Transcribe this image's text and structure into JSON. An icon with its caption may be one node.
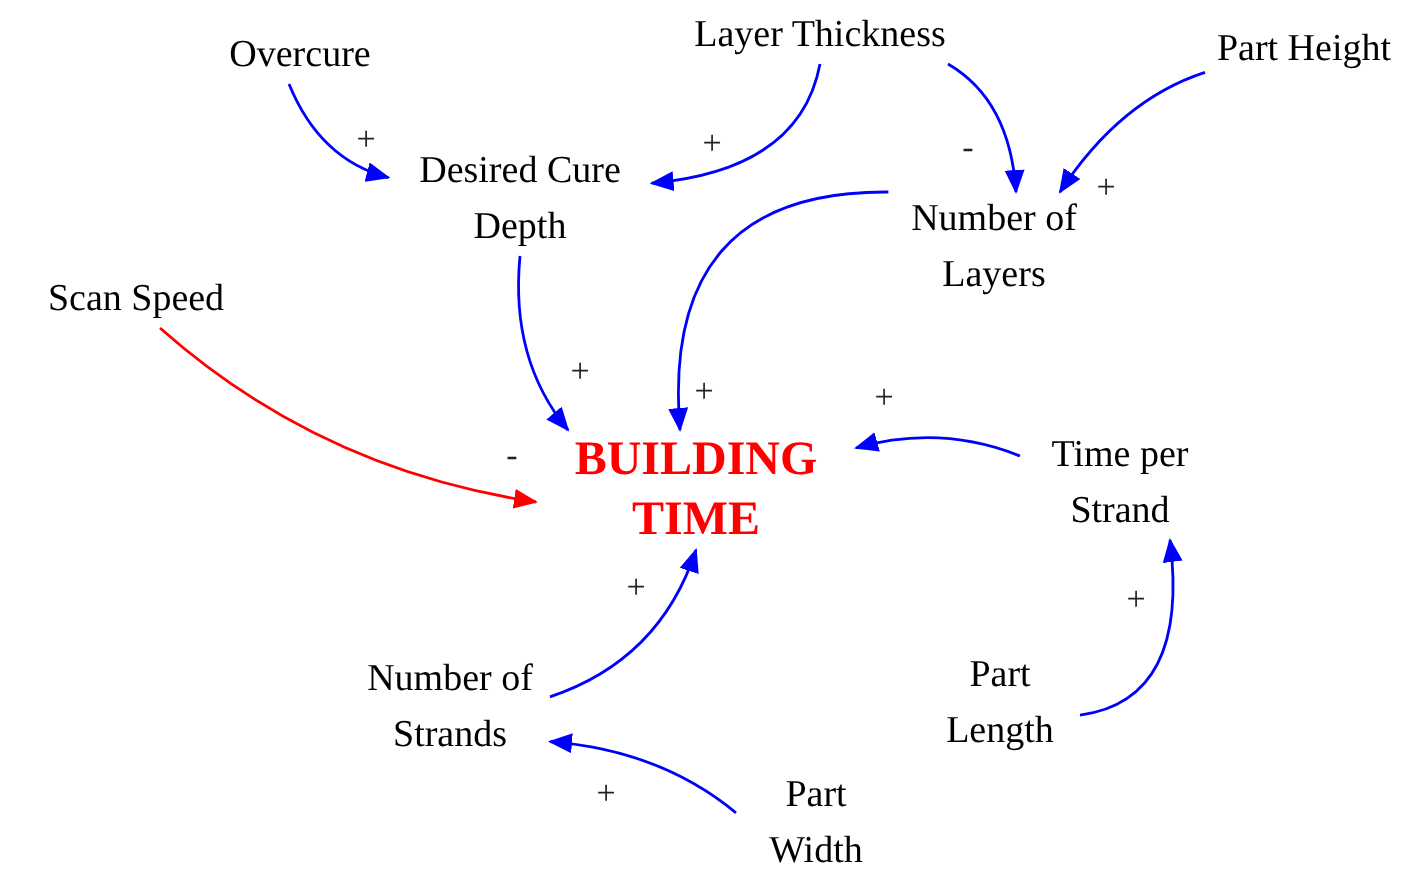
{
  "diagram": {
    "nodes": [
      {
        "text": [
          "Overcure"
        ]
      },
      {
        "text": [
          "Layer Thickness"
        ]
      },
      {
        "text": [
          "Part Height"
        ]
      },
      {
        "text": [
          "Desired Cure Depth"
        ]
      },
      {
        "text": [
          "Number of Layers"
        ]
      },
      {
        "text": [
          "Scan Speed"
        ]
      },
      {
        "text": [
          "BUILDING TIME"
        ]
      },
      {
        "text": [
          "Time per Strand"
        ]
      },
      {
        "text": [
          "Number of Strands"
        ]
      },
      {
        "text": [
          "Part Length"
        ]
      },
      {
        "text": [
          "Part Width"
        ]
      }
    ],
    "edges": [
      {
        "from": 0,
        "to": 3,
        "arrow": "to",
        "label": "+"
      },
      {
        "from": 1,
        "to": 3,
        "arrow": "to",
        "label": "+"
      },
      {
        "from": 1,
        "to": 4,
        "arrow": "to",
        "label": "-"
      },
      {
        "from": 2,
        "to": 4,
        "arrow": "to",
        "label": "+"
      },
      {
        "from": 3,
        "to": 6,
        "arrow": "to",
        "label": "+"
      },
      {
        "from": 4,
        "to": 6,
        "arrow": "to",
        "label": "+"
      },
      {
        "from": 5,
        "to": 6,
        "arrow": "to",
        "label": "-",
        "color": "#ff0000"
      },
      {
        "from": 7,
        "to": 6,
        "arrow": "to",
        "label": "+"
      },
      {
        "from": 8,
        "to": 6,
        "arrow": "to",
        "label": "+"
      },
      {
        "from": 9,
        "to": 7,
        "arrow": "to",
        "label": "+"
      },
      {
        "from": 10,
        "to": 8,
        "arrow": "to",
        "label": "+"
      }
    ]
  }
}
